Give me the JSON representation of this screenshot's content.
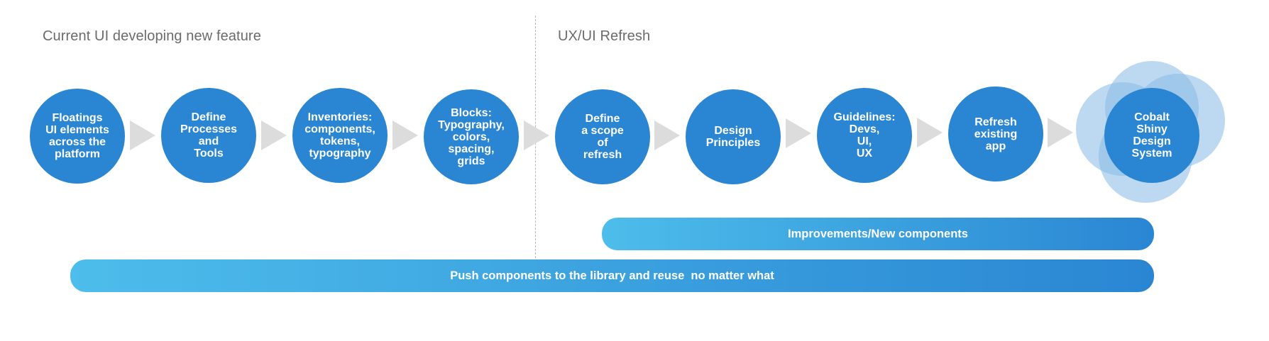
{
  "sections": {
    "left_title": "Current UI developing new feature",
    "right_title": "UX/UI Refresh"
  },
  "steps": [
    {
      "label": "Floatings\nUI elements\nacross the\nplatform"
    },
    {
      "label": "Define\nProcesses\nand\nTools"
    },
    {
      "label": "Inventories:\ncomponents,\ntokens,\ntypography"
    },
    {
      "label": "Blocks:\nTypography,\ncolors,\nspacing,\ngrids"
    },
    {
      "label": "Define\na scope\nof\nrefresh"
    },
    {
      "label": "Design\nPrinciples"
    },
    {
      "label": "Guidelines:\nDevs,\nUI,\nUX"
    },
    {
      "label": "Refresh\nexisting\napp"
    },
    {
      "label": "Cobalt\nShiny\nDesign\nSystem"
    }
  ],
  "bars": {
    "improvements": "Improvements/New components",
    "push": "Push components to the library and reuse  no matter what"
  },
  "colors": {
    "circle": "#2a86d3",
    "arrow": "#dcdcdc",
    "halo": "#87bae6",
    "bar_start": "#4dbdeb",
    "bar_end": "#2a86d3",
    "section_text": "#6b6b6b"
  }
}
